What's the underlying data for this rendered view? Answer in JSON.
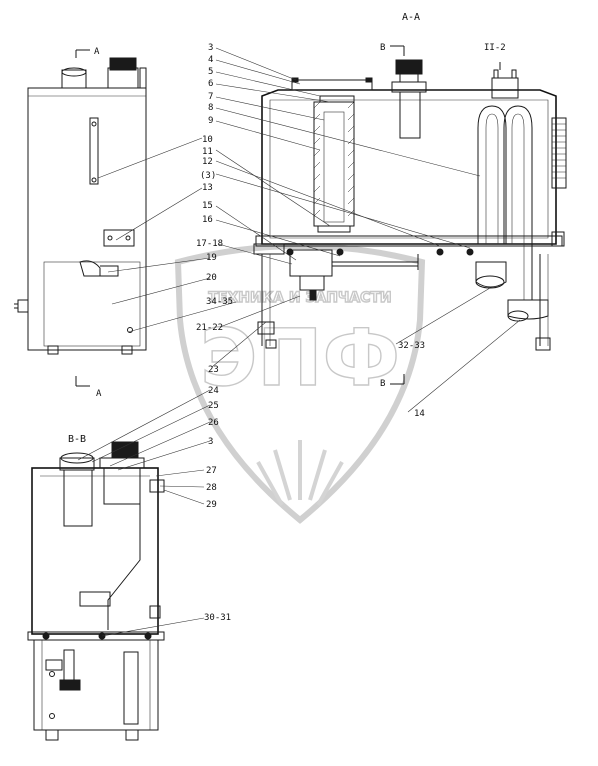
{
  "views": {
    "section_aa": "A-A",
    "section_bb": "B-B",
    "section_ii": "II-2"
  },
  "view_markers": {
    "a_top": "A",
    "a_bottom": "A",
    "b_top": "B",
    "b_bottom": "B"
  },
  "callouts": {
    "c3a": "3",
    "c4": "4",
    "c5": "5",
    "c6": "6",
    "c7": "7",
    "c8": "8",
    "c9": "9",
    "c10": "10",
    "c11": "11",
    "c12": "12",
    "c13a": "(3)",
    "c13": "13",
    "c15": "15",
    "c16": "16",
    "c1718": "17-18",
    "c19": "19",
    "c20": "20",
    "c3435": "34-35",
    "c2122": "21-22",
    "c23": "23",
    "c3233": "32-33",
    "c14": "14",
    "c24": "24",
    "c25": "25",
    "c26": "26",
    "c3b": "3",
    "c27": "27",
    "c28": "28",
    "c29": "29",
    "c3031": "30-31"
  },
  "watermark": {
    "arc_text": "ТЕХНИКА И ЗАПЧАСТИ",
    "logo_text": "ЭПФ",
    "color": "#c8c8c8"
  }
}
